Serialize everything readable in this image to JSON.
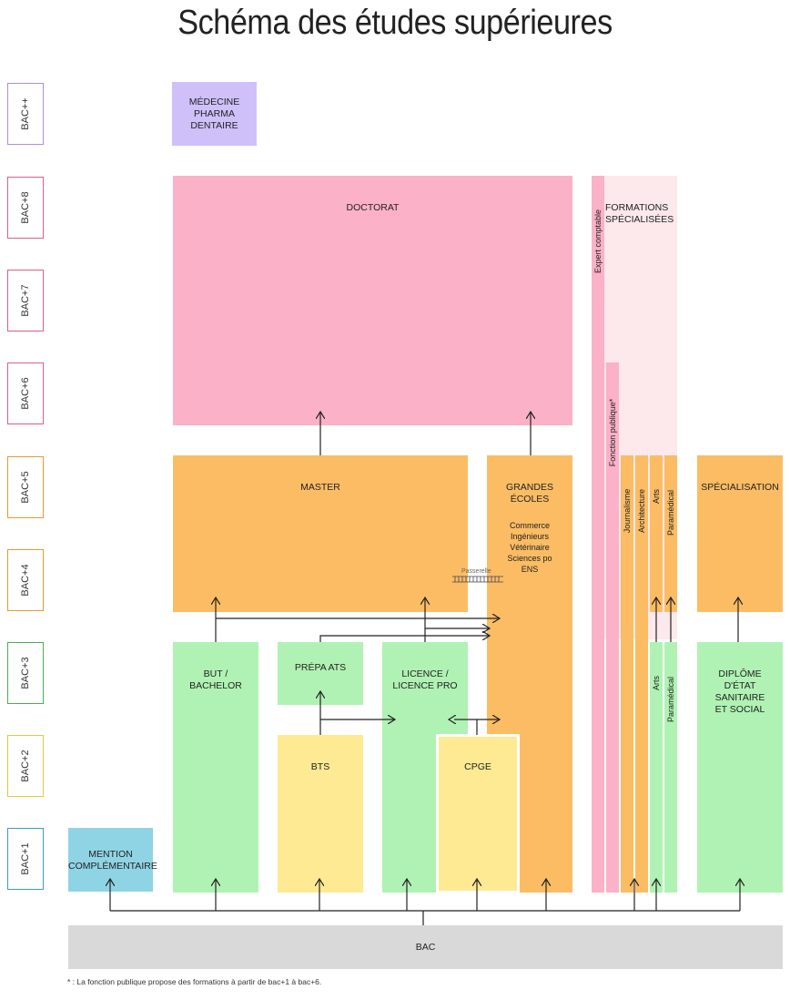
{
  "title": "Schéma des études supérieures",
  "levels": [
    {
      "label": "BAC++",
      "color": "#b08be0"
    },
    {
      "label": "BAC+8",
      "color": "#e05c8a"
    },
    {
      "label": "BAC+7",
      "color": "#e05c8a"
    },
    {
      "label": "BAC+6",
      "color": "#e05c8a"
    },
    {
      "label": "BAC+5",
      "color": "#e89a2c"
    },
    {
      "label": "BAC+4",
      "color": "#e89a2c"
    },
    {
      "label": "BAC+3",
      "color": "#4caf50"
    },
    {
      "label": "BAC+2",
      "color": "#e0c840"
    },
    {
      "label": "BAC+1",
      "color": "#3a9cc0"
    }
  ],
  "boxes": {
    "medecine": "MÉDECINE\nPHARMA\nDENTAIRE",
    "doctorat": "DOCTORAT",
    "formations": "FORMATIONS\nSPÉCIALISÉES",
    "expert": "Expert comptable",
    "fonction": "Fonction publique*",
    "master": "MASTER",
    "grandes": "GRANDES\nÉCOLES",
    "grandes_sub": "Commerce\nIngénieurs\nVétérinaire\nSciences po\nENS",
    "journalisme": "Journalisme",
    "architecture": "Architecture",
    "arts": "Arts",
    "paramedical": "Paramédical",
    "specialisation": "SPÉCIALISATION",
    "but": "BUT /\nBACHELOR",
    "prepa": "PRÉPA ATS",
    "licence": "LICENCE /\nLICENCE PRO",
    "diplome": "DIPLÔME\nD'ÉTAT\nSANITAIRE\nET SOCIAL",
    "bts": "BTS",
    "cpge": "CPGE",
    "mention": "MENTION\nCOMPLÉMENTAIRE",
    "bac": "BAC",
    "passerelle": "Passerelle"
  },
  "colors": {
    "purple": "#cfc0fa",
    "pink": "#fbb1c8",
    "pink_light": "#fde8ec",
    "orange": "#fbbc63",
    "green": "#b0f2b4",
    "yellow": "#fdea93",
    "blue": "#8fd4e4",
    "grey": "#d9d9d9"
  },
  "footnote": "* : La fonction publique propose des formations à partir de bac+1 à bac+6."
}
